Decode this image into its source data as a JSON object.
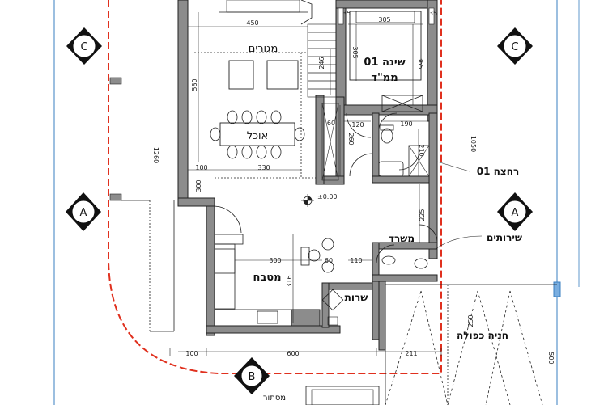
{
  "rooms": {
    "living": "מגורים",
    "dining": "אוכל",
    "bedroom": "שינה 01",
    "safe_room": "ממ\"ד",
    "shower": "רחצה 01",
    "restroom": "שירותים",
    "study": "משרד",
    "kitchen": "מטבח",
    "service": "שרות",
    "parking": "חניה כפולה",
    "storage": "מסתור"
  },
  "sections": {
    "c": "C",
    "a": "A",
    "b": "B"
  },
  "elevation": "±0.00",
  "dims": {
    "living_w": "450",
    "living_h": "580",
    "bed_w": "305",
    "bed_h1": "305",
    "bed_h2": "365",
    "d_246": "246",
    "d_35": "35",
    "d_60a": "60",
    "d_120": "120",
    "d_260": "260",
    "d_190": "190",
    "d_210": "210",
    "d_100a": "100",
    "d_330": "330",
    "d_300a": "300",
    "d_225": "225",
    "d_1050": "1050",
    "d_300b": "300",
    "d_60b": "60",
    "d_110": "110",
    "d_316": "316",
    "d_600": "600",
    "d_211": "211",
    "d_100b": "100",
    "d_500": "500",
    "d_250": "250",
    "d_1260": "1260"
  },
  "colors": {
    "wall": "#8c8c8c",
    "boundary": "#e0301e",
    "blue_line": "#3a7fc1"
  }
}
